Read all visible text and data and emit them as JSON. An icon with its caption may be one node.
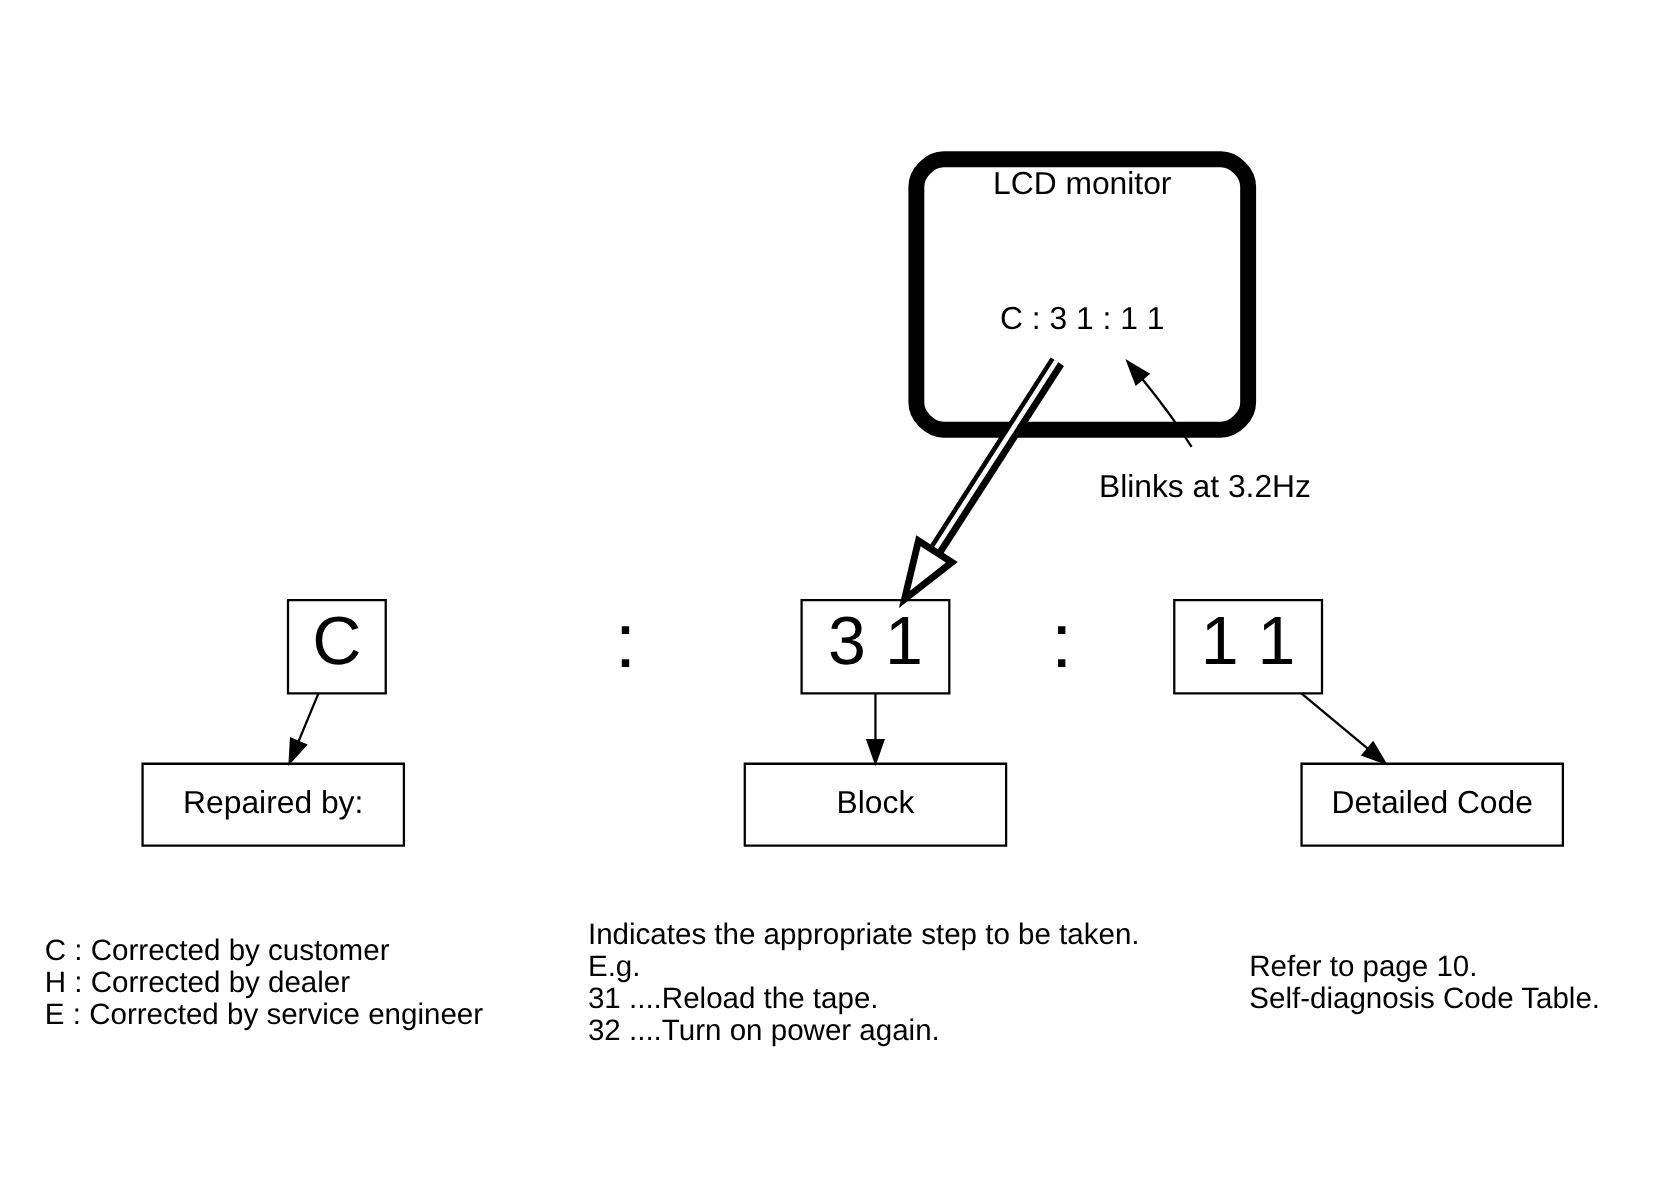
{
  "diagram": {
    "nodes": [
      {
        "text": [
          "LCD monitor"
        ]
      },
      {
        "text": [
          "C : 3 1 : 1 1"
        ],
        "in": 0
      },
      {
        "text": [
          "Blinks at 3.2Hz"
        ]
      },
      {
        "text": [
          "C"
        ]
      },
      {
        "text": [
          "3 1"
        ]
      },
      {
        "text": [
          "1 1"
        ]
      },
      {
        "text": [
          "Repaired by:"
        ],
        "beside": [
          "C : Corrected by customer",
          "H : Corrected by dealer",
          "E : Corrected by service engineer"
        ]
      },
      {
        "text": [
          "Block"
        ],
        "beside": [
          "Indicates the appropriate step to be taken.",
          "E.g.",
          "31 ....Reload the tape.",
          "32 ....Turn on power again."
        ]
      },
      {
        "text": [
          "Detailed Code"
        ],
        "beside": [
          "Refer to page 10.",
          "Self-diagnosis Code Table."
        ]
      }
    ],
    "edges": [
      {
        "from": 2,
        "to": 1,
        "arrow": "to"
      },
      {
        "from": 1,
        "to": 4,
        "arrow": "to",
        "style": "thick"
      },
      {
        "from": 3,
        "to": 6,
        "arrow": "to"
      },
      {
        "from": 4,
        "to": 7,
        "arrow": "to"
      },
      {
        "from": 5,
        "to": 8,
        "arrow": "to"
      }
    ],
    "labels": [
      ":",
      ":"
    ]
  }
}
